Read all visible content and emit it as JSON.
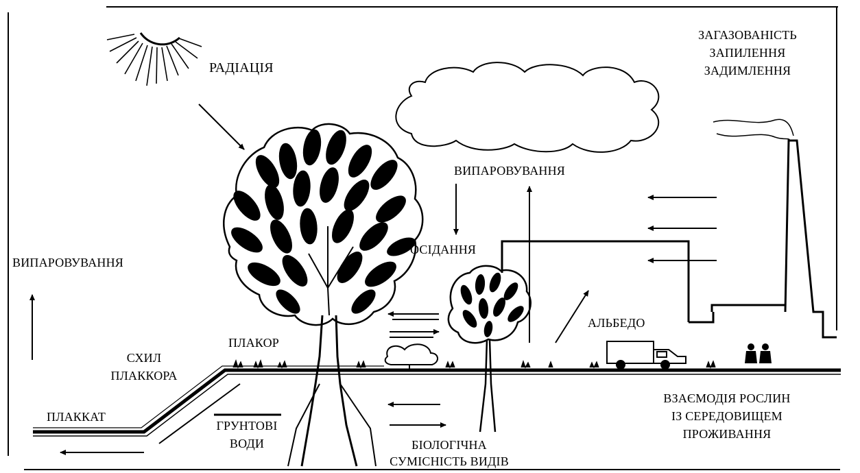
{
  "labels": {
    "radiation": "РАДІАЦІЯ",
    "pollution_1": "ЗАГАЗОВАНІСТЬ",
    "pollution_2": "ЗАПИЛЕННЯ",
    "pollution_3": "ЗАДИМЛЕННЯ",
    "evaporation_center": "ВИПАРОВУВАННЯ",
    "evaporation_left": "ВИПАРОВУВАННЯ",
    "settling": "ОСІДАННЯ",
    "albedo": "АЛЬБЕДО",
    "plakor": "ПЛАКОР",
    "slope_1": "СХИЛ",
    "slope_2": "ПЛАККОРА",
    "plakkat": "ПЛАККАТ",
    "groundwater_1": "ГРУНТОВІ",
    "groundwater_2": "ВОДИ",
    "biocompat_1": "БІОЛОГІЧНА",
    "biocompat_2": "СУМІСНІСТЬ ВИДІВ",
    "interaction_1": "ВЗАЄМОДІЯ РОСЛИН",
    "interaction_2": "ІЗ СЕРЕДОВИЩЕМ",
    "interaction_3": "ПРОЖИВАННЯ"
  }
}
